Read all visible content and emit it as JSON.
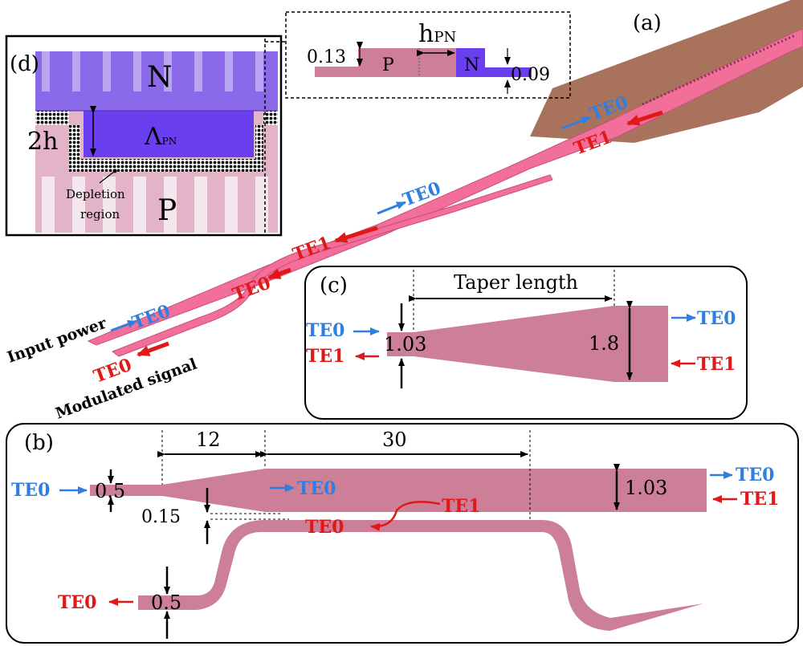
{
  "colors": {
    "waveguide": "#cd7f98",
    "waveguide3d": "#f26f9a",
    "metal": "#a8725d",
    "n_region": "#7a5ae8",
    "te0": "#2f7fe0",
    "te1": "#e01818"
  },
  "panel_a": {
    "label": "(a)",
    "te0": "TE0",
    "te1": "TE1",
    "input_power": "Input power",
    "modulated_signal": "Modulated signal"
  },
  "inset_cross_section": {
    "h_main": "h",
    "h_sub": "PN",
    "p_label": "P",
    "n_label": "N",
    "dim_left": "0.13",
    "dim_right": "0.09"
  },
  "panel_d": {
    "label": "(d)",
    "n_label": "N",
    "p_label": "P",
    "lambda_main": "Λ",
    "lambda_sub": "PN",
    "two_h": "2h",
    "depletion_line1": "Depletion",
    "depletion_line2": "region"
  },
  "panel_c": {
    "label": "(c)",
    "taper_length": "Taper length",
    "w_in": "1.03",
    "w_out": "1.8",
    "te0": "TE0",
    "te1": "TE1"
  },
  "panel_b": {
    "label": "(b)",
    "len1": "12",
    "len2": "30",
    "w_in": "0.5",
    "gap": "0.15",
    "w_bus": "1.03",
    "w_out": "0.5",
    "te0": "TE0",
    "te1": "TE1"
  }
}
